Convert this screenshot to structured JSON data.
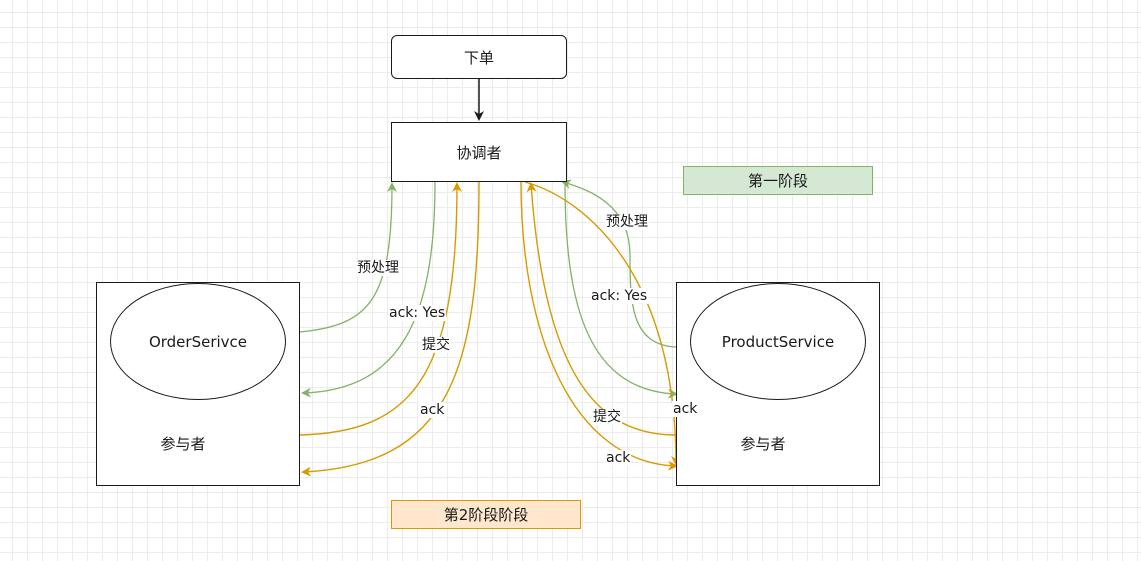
{
  "nodes": {
    "place_order": "下单",
    "coordinator": "协调者",
    "left_service": "OrderSerivce",
    "right_service": "ProductService",
    "left_participant": "参与者",
    "right_participant": "参与者",
    "phase_one": "第一阶段",
    "phase_two": "第2阶段阶段"
  },
  "edge_labels": {
    "left_prepare": "预处理",
    "left_ack_yes": "ack: Yes",
    "left_commit": "提交",
    "left_ack": "ack",
    "right_prepare": "预处理",
    "right_ack_yes": "ack: Yes",
    "right_commit": "提交",
    "right_ack": "ack"
  },
  "colors": {
    "phase_one_stroke": "#82b366",
    "phase_one_fill": "#d5e8d4",
    "phase_two_stroke": "#d79b00",
    "phase_two_fill": "#ffe6cc",
    "line": "#1a1a1a"
  }
}
